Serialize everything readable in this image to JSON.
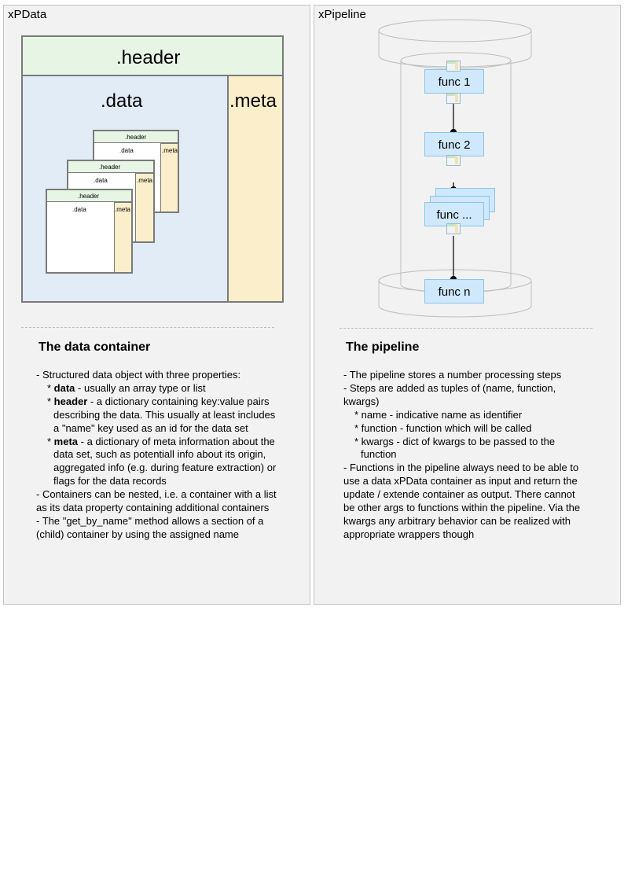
{
  "left_panel": {
    "title": "xPData",
    "diagram": {
      "header": ".header",
      "data": ".data",
      "meta": ".meta",
      "nested": [
        {
          "header": ".header",
          "data": ".data",
          "meta": ".meta"
        },
        {
          "header": ".header",
          "data": ".data",
          "meta": ".meta"
        },
        {
          "header": ".header",
          "data": ".data",
          "meta": ".meta"
        }
      ]
    },
    "heading": "The data container",
    "lines": [
      "- Structured data object with three properties:",
      "data",
      " - usually an array type or list",
      "header",
      " - a dictionary containing key:value pairs",
      "describing the data. This usually at least includes",
      "a \"name\" key used as an id for the data set",
      "meta",
      " - a dictionary of meta information about the",
      "data set, such as potentiall info about its origin,",
      "aggregated info (e.g. during feature extraction) or",
      "flags for the data records",
      "- Containers can be nested, i.e. a container with a list",
      "as its data property containing additional containers",
      "- The \"get_by_name\" method allows a section of a",
      "(child) container by using the assigned name"
    ]
  },
  "right_panel": {
    "title": "xPipeline",
    "functions": [
      "func 1",
      "func 2",
      "func ...",
      "func n"
    ],
    "heading": "The pipeline",
    "lines": [
      "- The pipeline stores a number processing steps",
      "- Steps are added as tuples of (name, function,",
      "kwargs)",
      "* name - indicative name as identifier",
      "* function - function which will be called",
      "* kwargs - dict of kwargs to be passed to the",
      "function",
      "- Functions in the pipeline always need to be able to",
      "use a data xPData container as input and return the",
      "update / extende container as output. There cannot",
      "be other args to functions within the pipeline. Via the",
      "kwargs any arbitrary behavior can be realized with",
      "appropriate wrappers though"
    ]
  }
}
